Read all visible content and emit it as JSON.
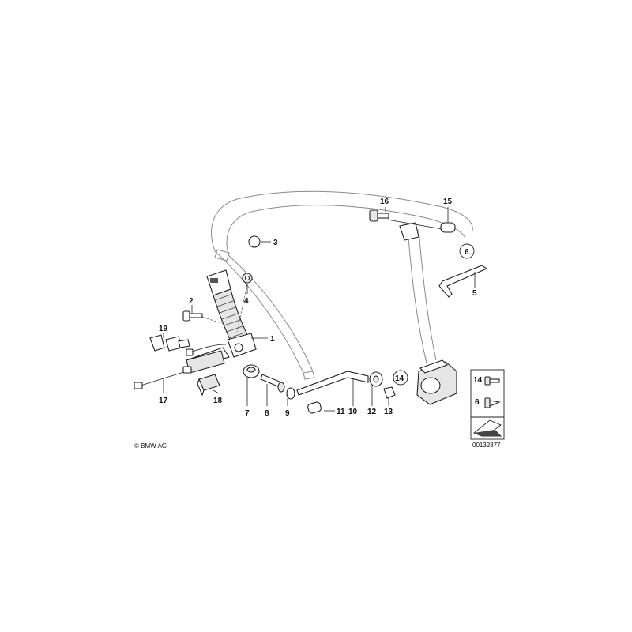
{
  "labels": {
    "p1": "1",
    "p2": "2",
    "p3": "3",
    "p4": "4",
    "p5": "5",
    "p6": "6",
    "p7": "7",
    "p8": "8",
    "p9": "9",
    "p10": "10",
    "p11": "11",
    "p12": "12",
    "p13": "13",
    "p14": "14",
    "p15": "15",
    "p16": "16",
    "p17": "17",
    "p18": "18",
    "p19": "19"
  },
  "legend": {
    "item_a": "14",
    "item_b": "6"
  },
  "copyright": "© BMW AG",
  "diagram_id": "00132877"
}
